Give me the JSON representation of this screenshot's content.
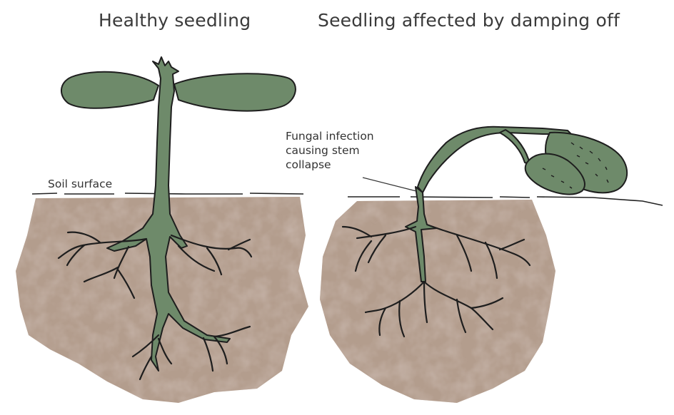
{
  "titles": {
    "healthy": "Healthy seedling",
    "affected": "Seedling affected by damping off"
  },
  "labels": {
    "soil_surface": "Soil surface",
    "fungal_line1": "Fungal infection",
    "fungal_line2": "causing stem",
    "fungal_line3": "collapse"
  },
  "colors": {
    "plant_fill": "#6e8a6a",
    "outline": "#1e1e1e",
    "soil_base": "#b09a8a",
    "soil_blotch": "#93796a",
    "text": "#3a3a3a"
  }
}
